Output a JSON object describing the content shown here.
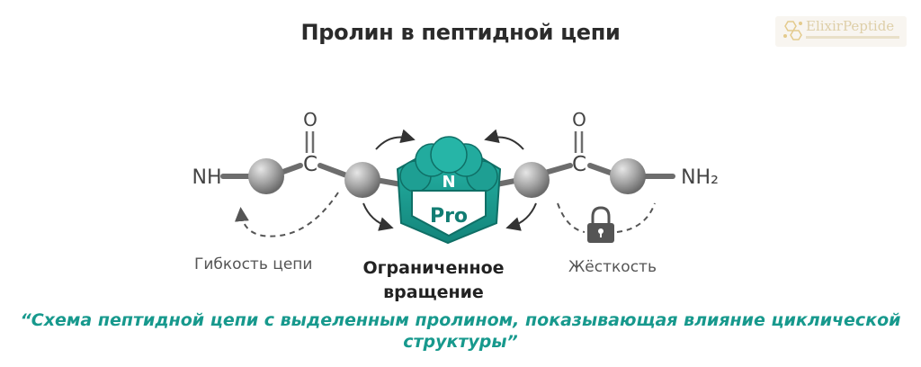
{
  "title": "Пролин в пептидной цепи",
  "logo": {
    "text": "ElixirPeptide"
  },
  "diagram": {
    "left_terminal": "NH",
    "right_terminal": "NH₂",
    "carbonyl_carbon": "C",
    "carbonyl_oxygen": "O",
    "ring_atom": "N",
    "residue_label": "Pro"
  },
  "labels": {
    "flexibility": "Гибкость цепи",
    "restricted_rotation": "Ограниченное вращение",
    "rigidity": "Жёсткость"
  },
  "caption": "“Схема пептидной цепи с выделенным пролином, показывающая влияние циклической структуры”",
  "colors": {
    "accent": "#1a9e92",
    "accent_dark": "#127d73",
    "atom": "#9a9a9a",
    "bond": "#6d6d6d"
  },
  "icons": [
    "lock-icon",
    "rotation-arrow-icon",
    "hexagon-logo-icon"
  ]
}
